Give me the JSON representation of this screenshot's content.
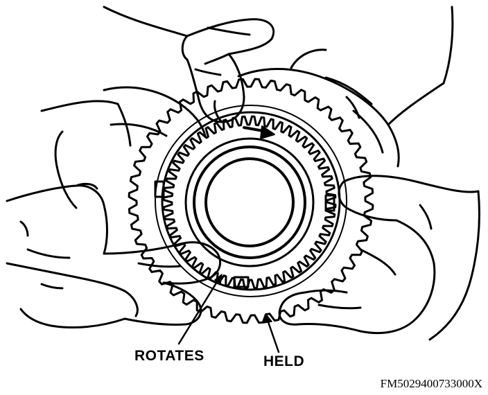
{
  "labels": {
    "rotates": "ROTATES",
    "held": "HELD"
  },
  "figure_code": "FM5029400733000X",
  "colors": {
    "ink": "#000000",
    "paper": "#ffffff"
  }
}
